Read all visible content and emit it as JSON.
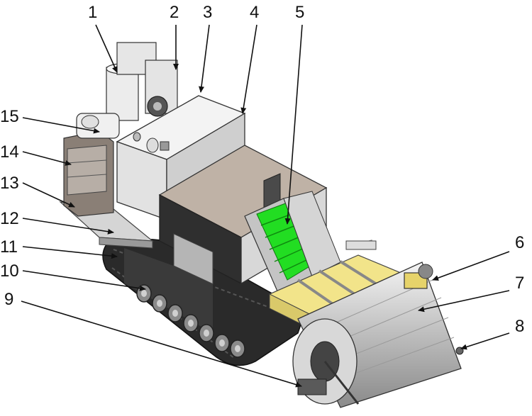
{
  "callouts": [
    {
      "id": "1",
      "label": "1"
    },
    {
      "id": "2",
      "label": "2"
    },
    {
      "id": "3",
      "label": "3"
    },
    {
      "id": "4",
      "label": "4"
    },
    {
      "id": "5",
      "label": "5"
    },
    {
      "id": "6",
      "label": "6"
    },
    {
      "id": "7",
      "label": "7"
    },
    {
      "id": "8",
      "label": "8"
    },
    {
      "id": "9",
      "label": "9"
    },
    {
      "id": "10",
      "label": "10"
    },
    {
      "id": "11",
      "label": "11"
    },
    {
      "id": "12",
      "label": "12"
    },
    {
      "id": "13",
      "label": "13"
    },
    {
      "id": "14",
      "label": "14"
    },
    {
      "id": "15",
      "label": "15"
    }
  ],
  "colors": {
    "background": "#ffffff",
    "metal_light": "#e8e8e8",
    "metal_mid": "#bfbfbf",
    "metal_dark": "#555555",
    "track": "#222222",
    "hopper_inner": "#bfb2a6",
    "conveyor_green": "#22dd22",
    "tray_yellow": "#f2e48a"
  }
}
